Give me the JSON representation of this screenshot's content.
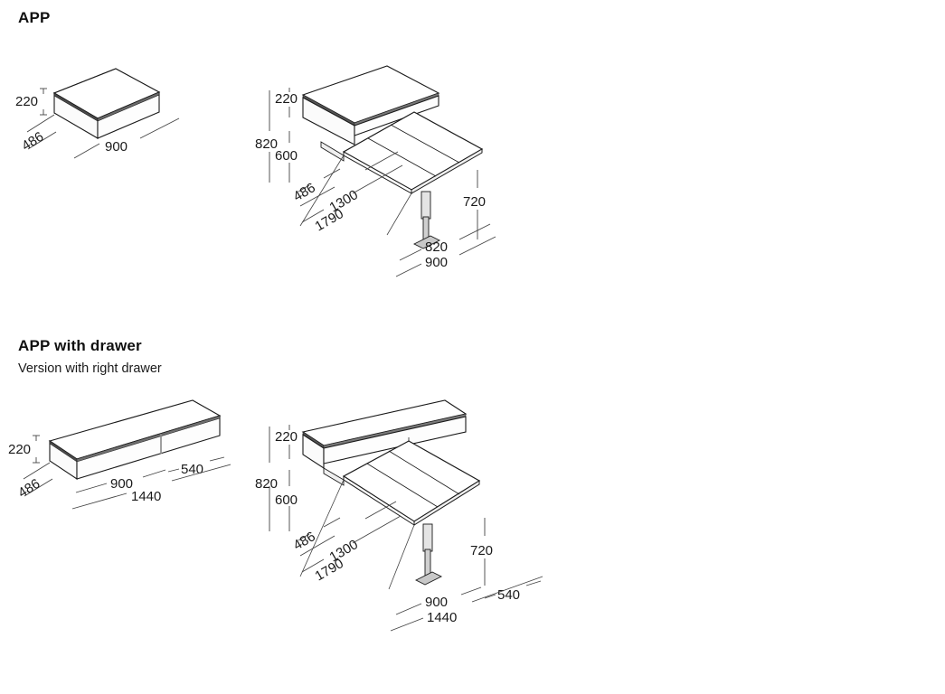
{
  "sections": [
    {
      "title": "APP",
      "subtitle": "",
      "figures": [
        {
          "name": "app-closed-cabinet",
          "dims": {
            "height": "220",
            "depth": "486",
            "width": "900"
          }
        },
        {
          "name": "app-extended-table",
          "dims": {
            "cabinet_height": "220",
            "total_height": "820",
            "clearance_height": "600",
            "cabinet_depth": "486",
            "table_depth": "1300",
            "total_depth": "1790",
            "table_height": "720",
            "table_width": "820",
            "cabinet_width": "900"
          }
        }
      ]
    },
    {
      "title": "APP with drawer",
      "subtitle": "Version with right drawer",
      "figures": [
        {
          "name": "app-drawer-closed-cabinet",
          "dims": {
            "height": "220",
            "depth": "486",
            "width": "900",
            "drawer_width": "540",
            "total_width": "1440"
          }
        },
        {
          "name": "app-drawer-extended-table",
          "dims": {
            "cabinet_height": "220",
            "total_height": "820",
            "clearance_height": "600",
            "cabinet_depth": "486",
            "table_depth": "1300",
            "total_depth": "1790",
            "table_height": "720",
            "cabinet_width": "900",
            "drawer_width": "540",
            "total_width": "1440"
          }
        }
      ]
    }
  ],
  "colors": {
    "line": "#1a1a1a",
    "dim_line": "#444444",
    "face_top": "#ffffff",
    "face_front": "#fdfdfd",
    "face_side": "#f2f2f2",
    "edge_band": "#555555",
    "leg": "#d8d8d8"
  }
}
